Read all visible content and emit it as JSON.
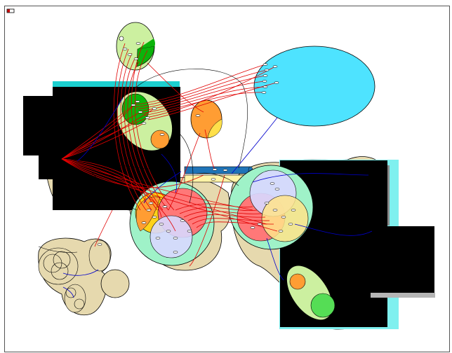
{
  "window": {
    "title": "",
    "close_icon": "small-window-icon"
  },
  "colors": {
    "background": "#ffffff",
    "border": "#555555",
    "red_edge": "#e00000",
    "blue_edge": "#0000cc",
    "black_edge": "#000000",
    "blob_tan": "#e6d9ae",
    "mint": "#9ff2c8",
    "cyan_panel": "#1ccfcf",
    "light_cyan": "#7ff0ef",
    "sky": "#4ee3ff",
    "green": "#0bb30b",
    "light_green": "#ccf0a0",
    "orange": "#ff9d33",
    "yellow": "#ffe04a",
    "pink": "#ff7878",
    "lavender": "#d8d8ff",
    "blue_bar": "#1f74b8",
    "pale_yellow_bar": "#fff3a6",
    "grey": "#b5b5b5"
  },
  "diagram": {
    "description_icon": "graph-network-diagram",
    "clusters": [
      {
        "name": "cluster-top-green"
      },
      {
        "name": "cluster-upper-left-green"
      },
      {
        "name": "cluster-orange-yellow"
      },
      {
        "name": "cluster-big-cyan"
      },
      {
        "name": "cluster-center-mint"
      },
      {
        "name": "cluster-right-mint"
      },
      {
        "name": "cluster-bottom-left-outline"
      },
      {
        "name": "cluster-bottom-right-green"
      }
    ]
  }
}
